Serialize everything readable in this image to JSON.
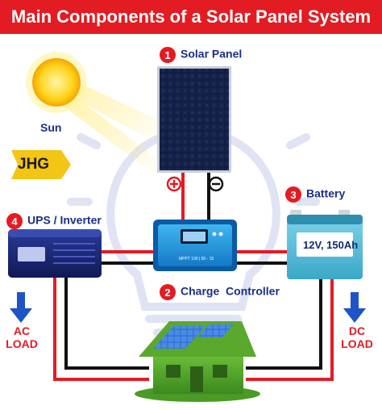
{
  "title": "Main Components of a Solar Panel System",
  "logo": "JHG",
  "sun": {
    "label": "Sun"
  },
  "components": {
    "solar_panel": {
      "number": "1",
      "label": "Solar Panel"
    },
    "charge_controller": {
      "number": "2",
      "label": "Charge  Controller",
      "model": "MPPT 100 | 50 - 15"
    },
    "battery": {
      "number": "3",
      "label": "Battery",
      "rating": "12V, 150Ah"
    },
    "inverter": {
      "number": "4",
      "label": "UPS / Inverter"
    }
  },
  "terminals": {
    "positive": "+",
    "negative": "−"
  },
  "loads": {
    "ac": {
      "line1": "AC",
      "line2": "LOAD"
    },
    "dc": {
      "line1": "DC",
      "line2": "LOAD"
    }
  },
  "colors": {
    "title_bg": "#e31b23",
    "label": "#1a2f86",
    "positive_wire": "#e31b23",
    "negative_wire": "#111111",
    "load_arrow": "#1f54c8"
  }
}
